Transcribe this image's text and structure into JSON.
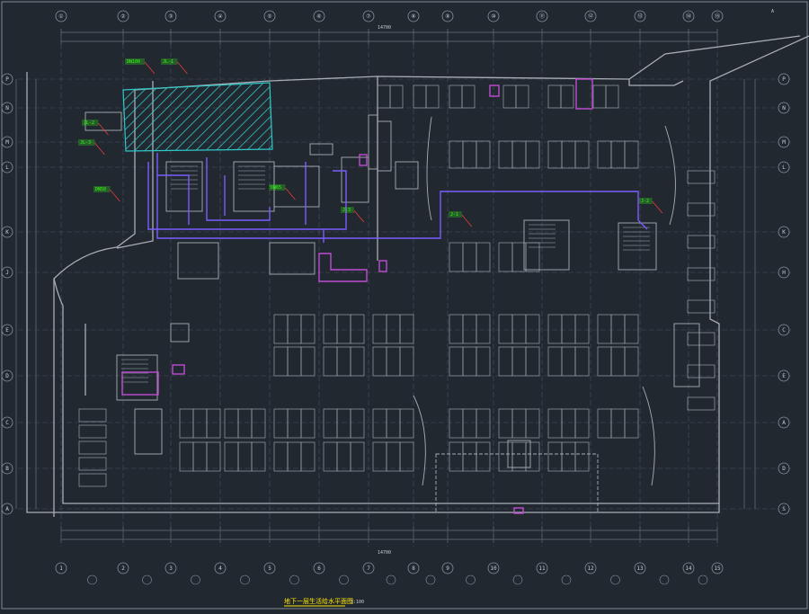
{
  "drawing": {
    "title": "地下一层生活给水平面图",
    "scale": "1:100",
    "corner_note": "A",
    "total_dim": "14700",
    "grid_top_labels": [
      "①",
      "②",
      "③",
      "④",
      "⑤",
      "⑥",
      "⑦",
      "⑧",
      "⑨",
      "⑩",
      "⑪",
      "⑫",
      "⑬",
      "⑭",
      "⑮"
    ],
    "grid_bottom_labels": [
      "1",
      "2",
      "3",
      "4",
      "5",
      "6",
      "7",
      "8",
      "9",
      "10",
      "11",
      "12",
      "13",
      "14",
      "15"
    ],
    "grid_bottom_sub": [
      "1/2",
      "2/3",
      "3/4",
      "4/5",
      "5/6",
      "6/7",
      "7/8",
      "8/9",
      "9/10",
      "10/11",
      "11/12",
      "12/13",
      "13/14",
      "14/15"
    ],
    "grid_left_labels": [
      "P",
      "N",
      "M",
      "L",
      "K",
      "J",
      "E",
      "D",
      "C",
      "B",
      "A",
      "S"
    ],
    "grid_right_labels": [
      "P",
      "N",
      "M",
      "L",
      "K",
      "H",
      "C",
      "E",
      "A",
      "D",
      "S"
    ],
    "annotations_green": [
      "DN100",
      "JL-1",
      "JL-2",
      "JL-3",
      "DN50",
      "DN65",
      "J-1",
      "J-2",
      "J-3"
    ],
    "colors": {
      "background": "#212830",
      "wall": "#a9aeb6",
      "grid": "#6b7280",
      "pipe": "#7a5cff",
      "magenta": "#c04bd4",
      "hatch": "#2fc7c8",
      "annotation": "#39ff14",
      "title": "#ffe600"
    }
  }
}
